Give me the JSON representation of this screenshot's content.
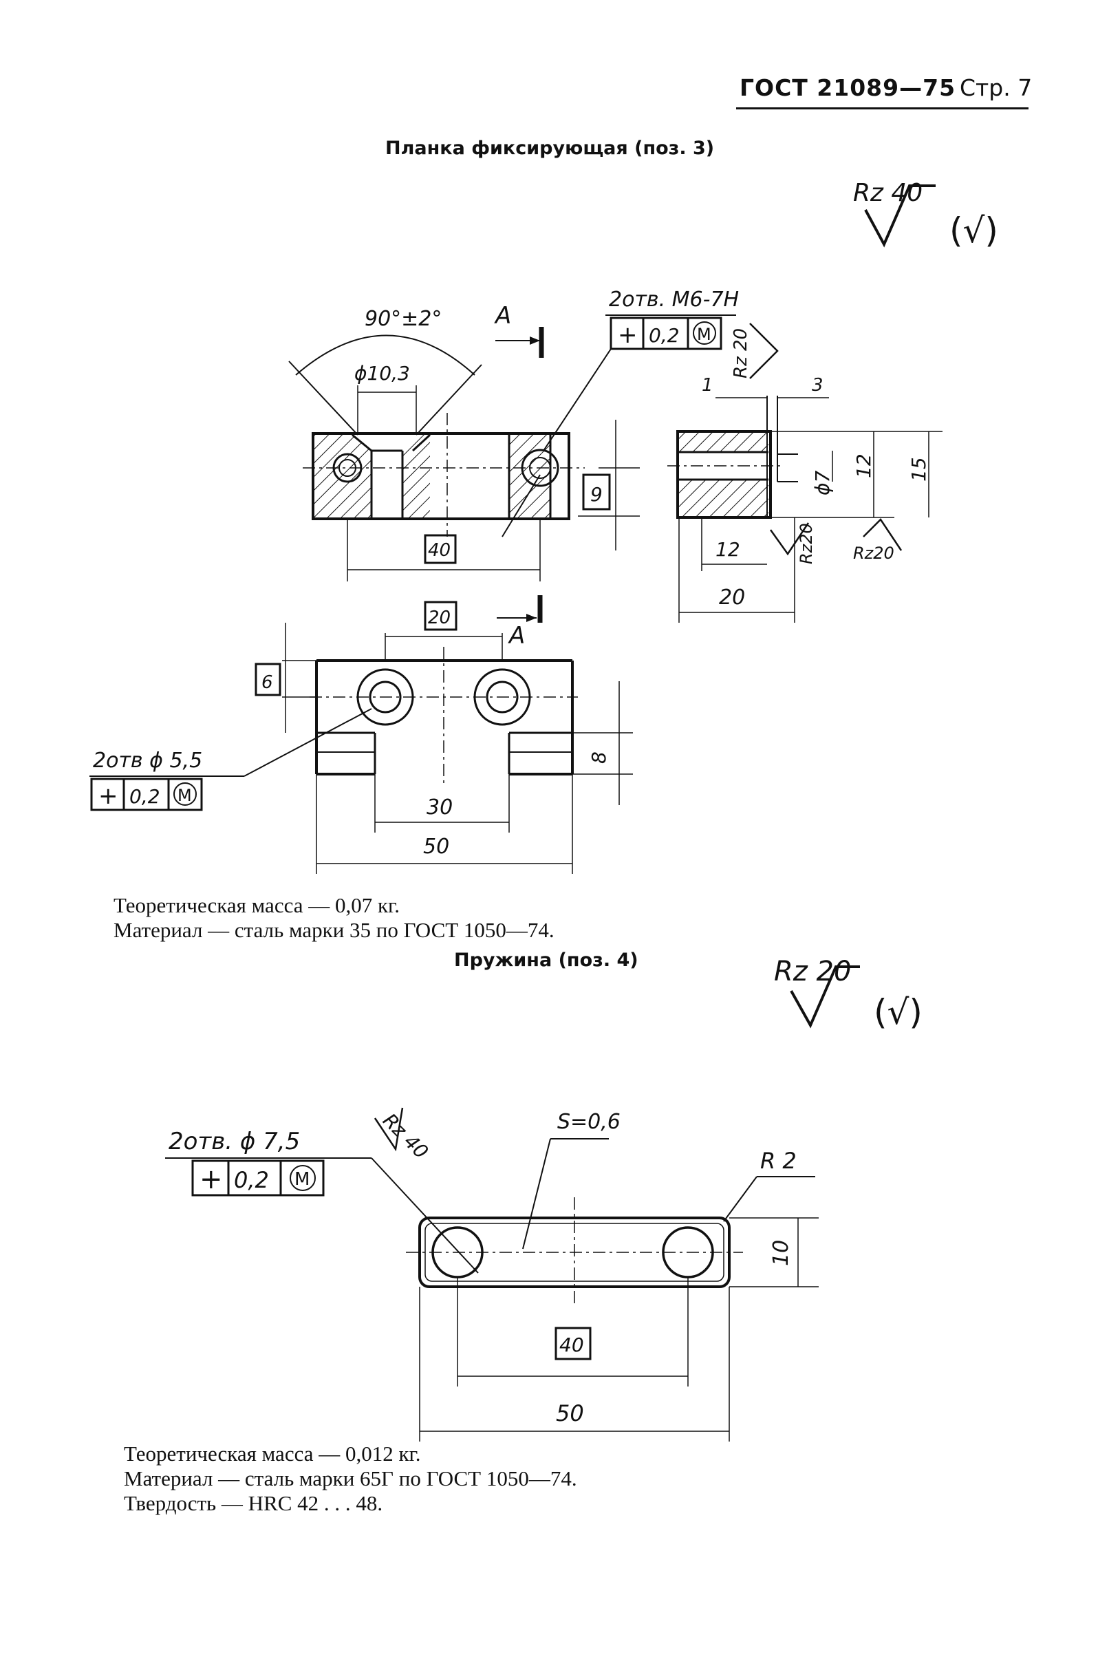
{
  "header": {
    "standard": "ГОСТ 21089—75",
    "page": "Стр. 7"
  },
  "part3": {
    "title": "Планка фиксирующая (поз. 3)",
    "roughness_general": "Rz 40",
    "roughness_paren": "(√)",
    "dims": {
      "angle": "90°±2°",
      "section_letter": "A",
      "dia_counterbore": "ϕ10,3",
      "holes_thread": "2отв. М6-7Н",
      "tolerance_position_sym": "+",
      "tolerance_value": "0,2",
      "tolerance_modifier": "M",
      "rz_side": "Rz 20",
      "dim_1": "1",
      "dim_3": "3",
      "dim_7": "ϕ7",
      "dim_12v": "12",
      "dim_15": "15",
      "dim_9": "9",
      "dim_40": "40",
      "dim_12h": "12",
      "dim_20h": "20",
      "rz20_a": "Rz20",
      "rz20_b": "Rz20",
      "dim_20_top": "20",
      "dim_6": "6",
      "dim_8": "8",
      "holes_plain": "2отв ϕ 5,5",
      "dim_30": "30",
      "dim_50": "50"
    },
    "notes": [
      "Теоретическая масса — 0,07 кг.",
      "Материал — сталь марки 35 по ГОСТ 1050—74."
    ]
  },
  "part4": {
    "title": "Пружина (поз. 4)",
    "roughness_general": "Rz 20",
    "roughness_paren": "(√)",
    "dims": {
      "holes": "2отв. ϕ 7,5",
      "tolerance_position_sym": "+",
      "tolerance_value": "0,2",
      "tolerance_modifier": "M",
      "rz40": "Rz 40",
      "thickness": "S=0,6",
      "radius": "R 2",
      "dim_10": "10",
      "dim_40": "40",
      "dim_50": "50"
    },
    "notes": [
      "Теоретическая масса — 0,012 кг.",
      "Материал — сталь марки 65Г по ГОСТ 1050—74.",
      "Твердость — HRC 42 . . . 48."
    ]
  }
}
